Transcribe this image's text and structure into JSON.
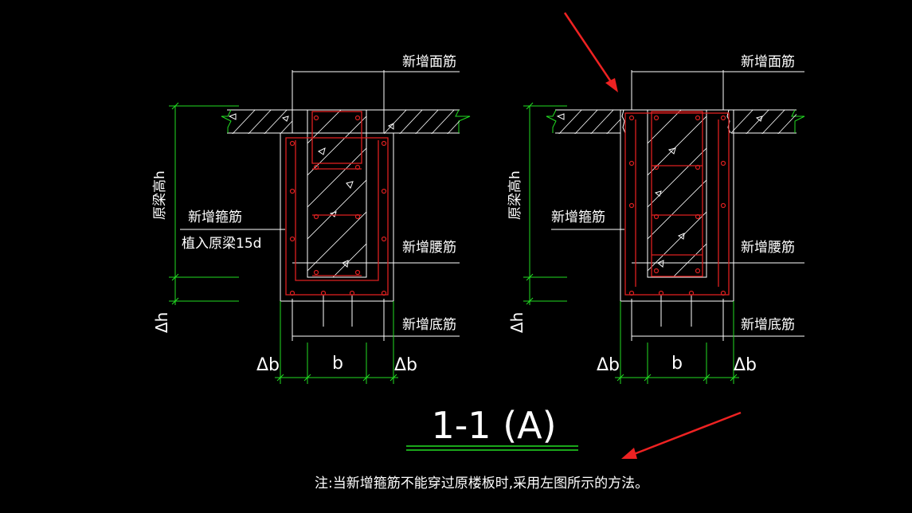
{
  "left_detail": {
    "top_bar": "新增面筋",
    "height_label": "原梁高h",
    "stirrup_label": "新增箍筋",
    "anchor_label": "植入原梁15d",
    "waist_bar": "新增腰筋",
    "bottom_bar": "新增底筋",
    "delta_h": "Δh",
    "delta_b_left": "Δb",
    "width_b": "b",
    "delta_b_right": "Δb"
  },
  "right_detail": {
    "top_bar": "新增面筋",
    "height_label": "原梁高h",
    "stirrup_label": "新增箍筋",
    "waist_bar": "新增腰筋",
    "bottom_bar": "新增底筋",
    "delta_h": "Δh",
    "delta_b_left": "Δb",
    "width_b": "b",
    "delta_b_right": "Δb"
  },
  "section_title": "1-1 (A)",
  "note": "注:当新增箍筋不能穿过原楼板时,采用左图所示的方法。",
  "colors": {
    "background": "#000000",
    "lines": "#ffffff",
    "dimensions": "#22dd22",
    "rebar": "#dd2020",
    "arrow": "#ee2222"
  }
}
